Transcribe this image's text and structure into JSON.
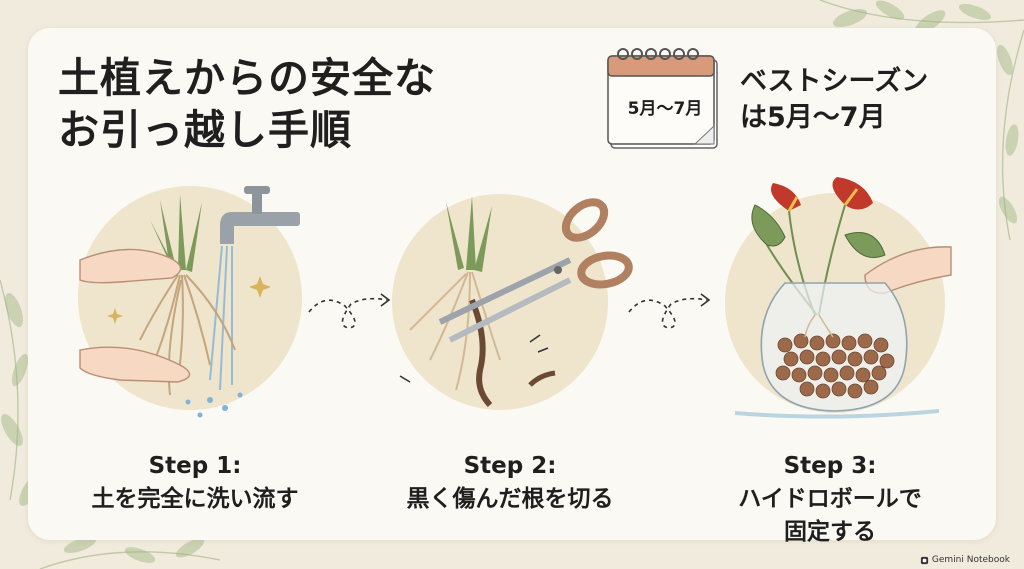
{
  "title": {
    "line1": "土植えからの安全な",
    "line2": "お引っ越し手順"
  },
  "calendar": {
    "icon": "calendar-icon",
    "text": "5月〜7月"
  },
  "season": {
    "line1": "ベストシーズン",
    "line2": "は5月〜7月"
  },
  "steps": [
    {
      "number": "Step 1:",
      "desc": "土を完全に洗い流す",
      "icon": "washing-roots-icon"
    },
    {
      "number": "Step 2:",
      "desc": "黒く傷んだ根を切る",
      "icon": "scissors-cutting-roots-icon"
    },
    {
      "number": "Step 3:",
      "desc_line1": "ハイドロボールで",
      "desc_line2": "固定する",
      "icon": "anthurium-hydroball-vase-icon"
    }
  ],
  "brand": {
    "icon": "notebook-logo-icon",
    "label": "Gemini Notebook"
  },
  "colors": {
    "background": "#f1ebdd",
    "card": "#fbf9f3",
    "text": "#1f1f1f",
    "accent_red": "#c0392b",
    "leaf_green": "#8aa46c",
    "clay_ball": "#9c6a4a"
  }
}
